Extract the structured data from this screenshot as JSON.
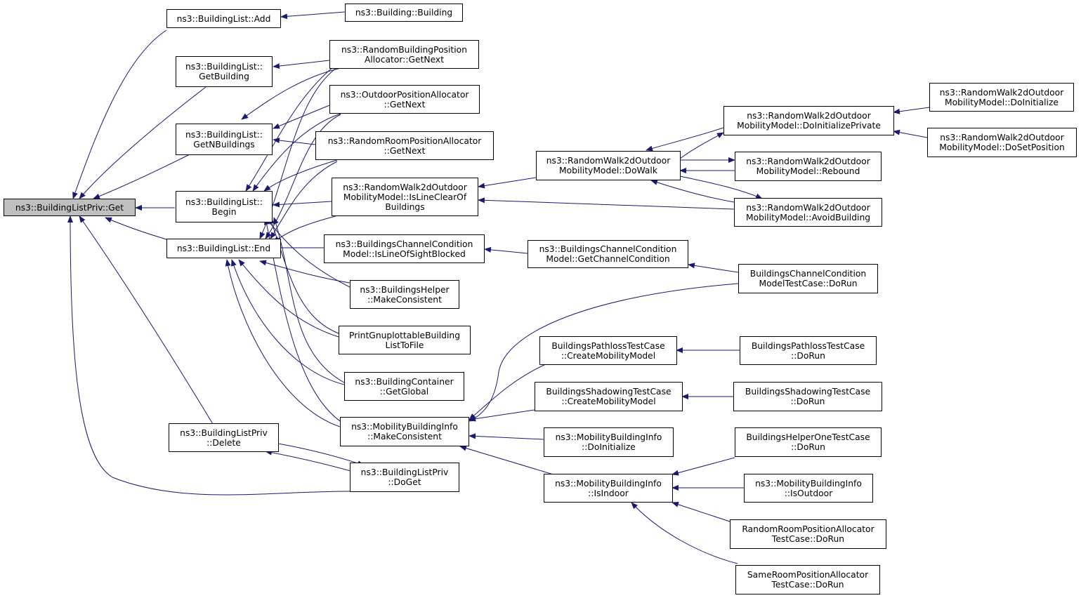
{
  "colors": {
    "edge": "#191970",
    "node_border": "#000000",
    "root_fill": "#bfbfbf",
    "node_fill": "#ffffff"
  },
  "nodes": {
    "root": [
      "ns3::BuildingListPriv::Get"
    ],
    "bl_add": [
      "ns3::BuildingList::Add"
    ],
    "building": [
      "ns3::Building::Building"
    ],
    "bl_getbuilding": [
      "ns3::BuildingList::",
      "GetBuilding"
    ],
    "rbpa_getnext": [
      "ns3::RandomBuildingPosition",
      "Allocator::GetNext"
    ],
    "opa_getnext": [
      "ns3::OutdoorPositionAllocator",
      "::GetNext"
    ],
    "bl_getnbuildings": [
      "ns3::BuildingList::",
      "GetNBuildings"
    ],
    "rrpa_getnext": [
      "ns3::RandomRoomPositionAllocator",
      "::GetNext"
    ],
    "bl_begin": [
      "ns3::BuildingList::",
      "Begin"
    ],
    "rw_islineclear": [
      "ns3::RandomWalk2dOutdoor",
      "MobilityModel::IsLineClearOf",
      "Buildings"
    ],
    "bl_end": [
      "ns3::BuildingList::End"
    ],
    "bcc_islos": [
      "ns3::BuildingsChannelCondition",
      "Model::IsLineOfSightBlocked"
    ],
    "bh_makeconsistent": [
      "ns3::BuildingsHelper",
      "::MakeConsistent"
    ],
    "print_gnuplot": [
      "PrintGnuplottableBuilding",
      "ListToFile"
    ],
    "bc_getglobal": [
      "ns3::BuildingContainer",
      "::GetGlobal"
    ],
    "mbi_makeconsistent": [
      "ns3::MobilityBuildingInfo",
      "::MakeConsistent"
    ],
    "blp_delete": [
      "ns3::BuildingListPriv",
      "::Delete"
    ],
    "blp_doget": [
      "ns3::BuildingListPriv",
      "::DoGet"
    ],
    "rw_dowalk": [
      "ns3::RandomWalk2dOutdoor",
      "MobilityModel::DoWalk"
    ],
    "rw_doinitprivate": [
      "ns3::RandomWalk2dOutdoor",
      "MobilityModel::DoInitializePrivate"
    ],
    "rw_doinit": [
      "ns3::RandomWalk2dOutdoor",
      "MobilityModel::DoInitialize"
    ],
    "rw_dosetpos": [
      "ns3::RandomWalk2dOutdoor",
      "MobilityModel::DoSetPosition"
    ],
    "rw_rebound": [
      "ns3::RandomWalk2dOutdoor",
      "MobilityModel::Rebound"
    ],
    "rw_avoid": [
      "ns3::RandomWalk2dOutdoor",
      "MobilityModel::AvoidBuilding"
    ],
    "bcc_getcc": [
      "ns3::BuildingsChannelCondition",
      "Model::GetChannelCondition"
    ],
    "bcc_testcase": [
      "BuildingsChannelCondition",
      "ModelTestCase::DoRun"
    ],
    "bptc_cmm": [
      "BuildingsPathlossTestCase",
      "::CreateMobilityModel"
    ],
    "bptc_dorun": [
      "BuildingsPathlossTestCase",
      "::DoRun"
    ],
    "bstc_cmm": [
      "BuildingsShadowingTestCase",
      "::CreateMobilityModel"
    ],
    "bstc_dorun": [
      "BuildingsShadowingTestCase",
      "::DoRun"
    ],
    "mbi_doinit": [
      "ns3::MobilityBuildingInfo",
      "::DoInitialize"
    ],
    "mbi_isindoor": [
      "ns3::MobilityBuildingInfo",
      "::IsIndoor"
    ],
    "bhotc_dorun": [
      "BuildingsHelperOneTestCase",
      "::DoRun"
    ],
    "mbi_isoutdoor": [
      "ns3::MobilityBuildingInfo",
      "::IsOutdoor"
    ],
    "rrpa_tc_dorun": [
      "RandomRoomPositionAllocator",
      "TestCase::DoRun"
    ],
    "srpa_tc_dorun": [
      "SameRoomPositionAllocator",
      "TestCase::DoRun"
    ]
  }
}
